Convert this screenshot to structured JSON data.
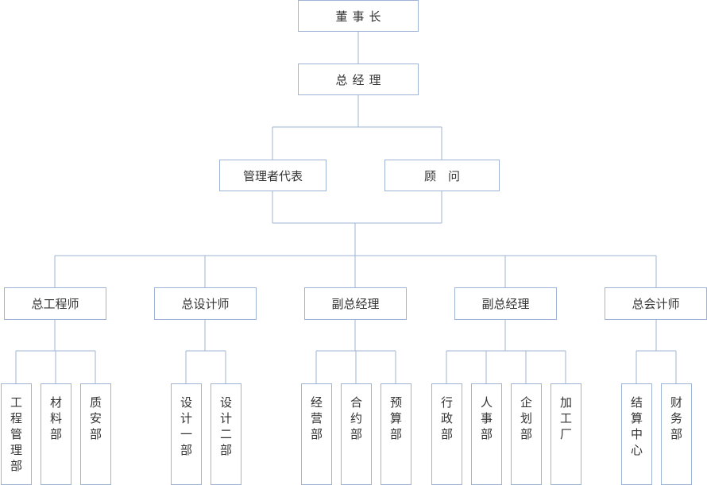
{
  "colors": {
    "line": "#9db4d6",
    "border": "#9db4d6",
    "text": "#333333"
  },
  "chairman": "董事长",
  "gm": "总经理",
  "second_level": [
    "管理者代表",
    "顾　问"
  ],
  "executives": [
    "总工程师",
    "总设计师",
    "副总经理",
    "副总经理",
    "总会计师"
  ],
  "departments": [
    [
      "工程管理部",
      "材料部",
      "质安部"
    ],
    [
      "设计一部",
      "设计二部"
    ],
    [
      "经营部",
      "合约部",
      "预算部"
    ],
    [
      "行政部",
      "人事部",
      "企划部",
      "加工厂"
    ],
    [
      "结算中心",
      "财务部"
    ]
  ]
}
